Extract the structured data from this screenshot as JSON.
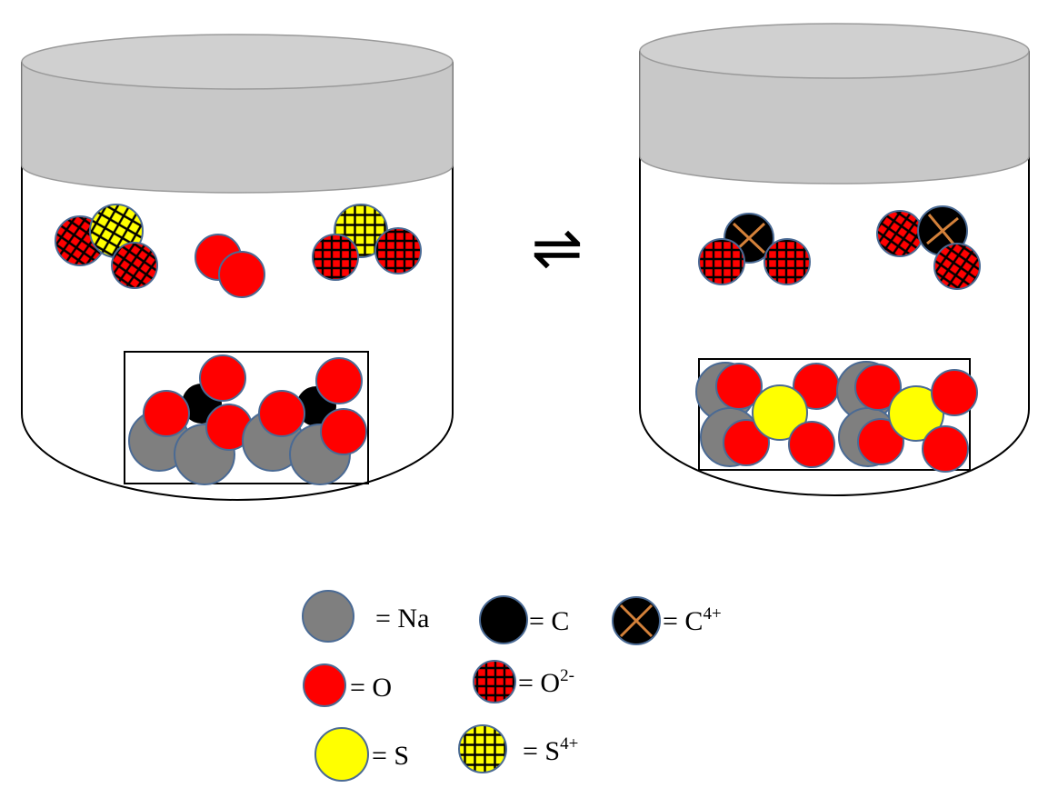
{
  "diagram": {
    "equilibrium_symbol": "⇌",
    "colors": {
      "sodium": "#7f7f7f",
      "oxygen": "#ff0000",
      "carbon": "#000000",
      "sulfur": "#ffff00",
      "atom_outline": "#4a6a94",
      "cross_carbon_ion": "#d4813a",
      "lid": "#c8c8c8"
    },
    "legend": [
      {
        "id": "Na",
        "symbol": "Na",
        "charge": ""
      },
      {
        "id": "C",
        "symbol": "C",
        "charge": ""
      },
      {
        "id": "C4",
        "symbol": "C",
        "charge": "4+"
      },
      {
        "id": "O",
        "symbol": "O",
        "charge": ""
      },
      {
        "id": "O2",
        "symbol": "O",
        "charge": "2-"
      },
      {
        "id": "S",
        "symbol": "S",
        "charge": ""
      },
      {
        "id": "S4",
        "symbol": "S",
        "charge": "4+"
      }
    ],
    "legend_prefix": "= "
  }
}
